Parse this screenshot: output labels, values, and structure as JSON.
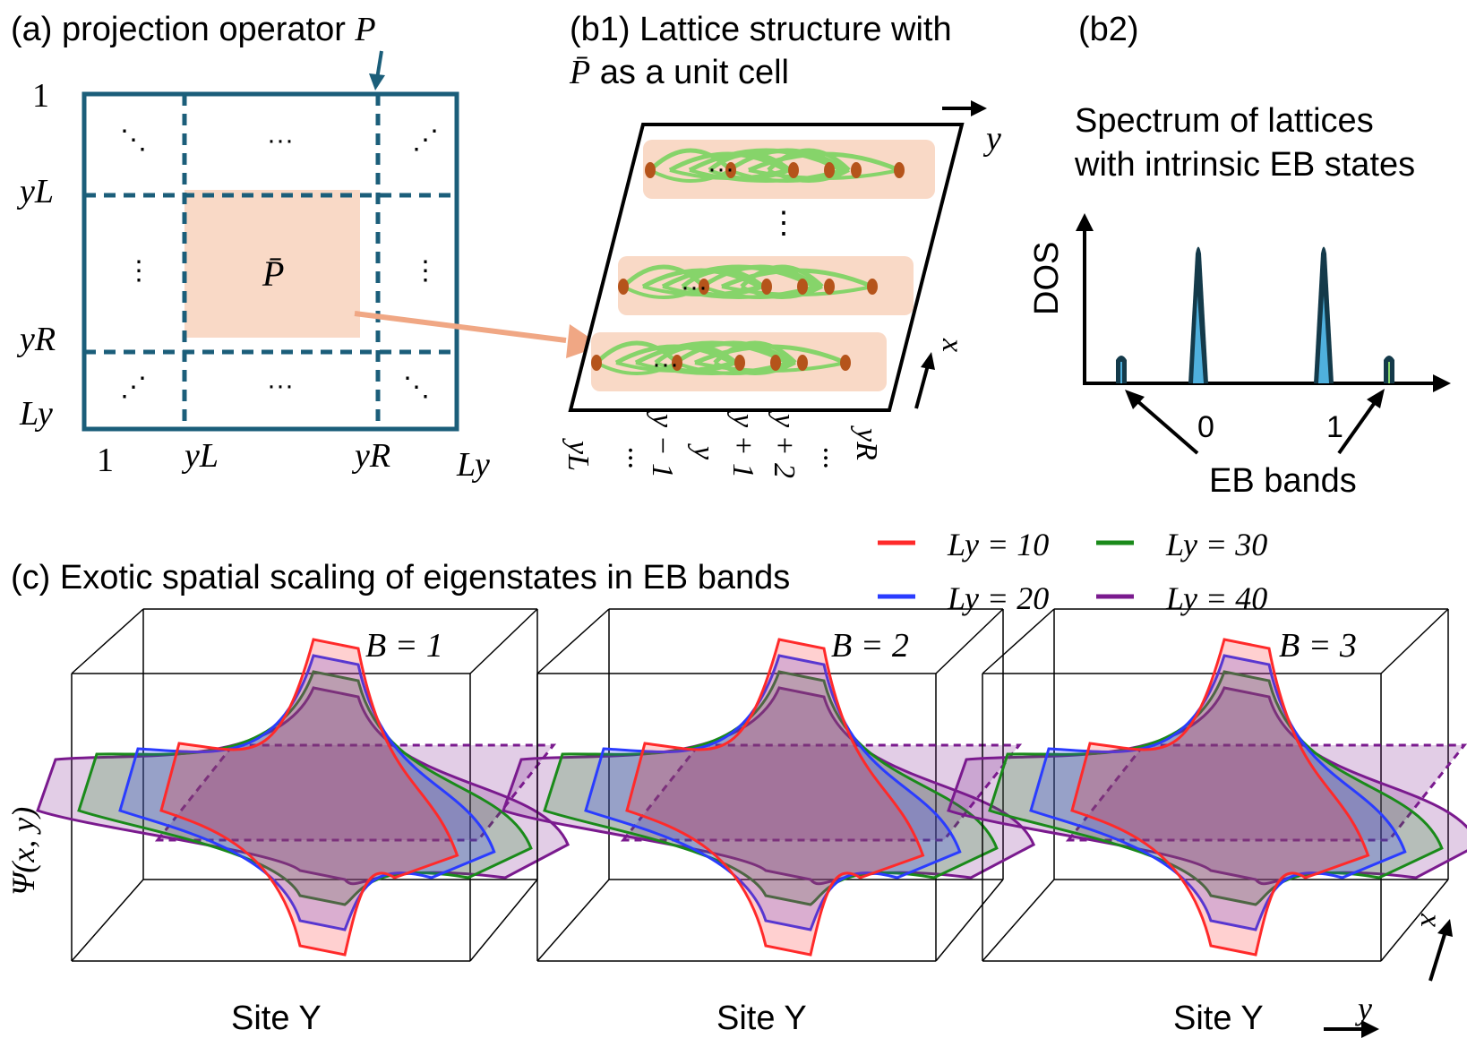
{
  "panel_a": {
    "title": "(a) projection operator ",
    "title_symbol": "P",
    "pbar": "P̄",
    "row_labels": [
      "1",
      "y_L",
      "y_R",
      "L_y"
    ],
    "row_labels_display": [
      "1",
      "yL",
      "yR",
      "Ly"
    ],
    "col_labels_display": [
      "1",
      "yL",
      "yR",
      "Ly"
    ],
    "dots_h": "···",
    "dots_v": "⋮",
    "dots_d": "⋱",
    "dots_ad": "⋰",
    "colors": {
      "frame": "#1b5e7a",
      "block": "#f9d9c6",
      "arrow": "#f0a784"
    }
  },
  "panel_b1": {
    "title_line1": "(b1) Lattice structure with",
    "title_line2_symbol": "P̄",
    "title_line2_rest": " as a unit cell",
    "axis_y": "y",
    "axis_x": "x",
    "dots": "···",
    "vdots": "⋮",
    "site_labels": [
      "yL",
      "···",
      "y − 1",
      "y",
      "y + 1",
      "y + 2",
      "···",
      "yR"
    ],
    "colors": {
      "bond": "#86d46a",
      "site": "#b5541b",
      "cell": "#f9d9c6"
    }
  },
  "panel_b2": {
    "title": "(b2)",
    "subtitle_line1": "Spectrum of lattices",
    "subtitle_line2": "with intrinsic EB states",
    "ylabel": "DOS",
    "tick_0": "0",
    "tick_1": "1",
    "annotation": "EB bands",
    "colors": {
      "peak_dark": "#143a4a",
      "peak_light": "#4fb0dd"
    }
  },
  "panel_c": {
    "title": "(c) Exotic spatial scaling of eigenstates in EB bands",
    "ylabel": "Ψ(x, y)",
    "xlabel": "Site Y",
    "subplot_labels": [
      "B = 1",
      "B = 2",
      "B = 3"
    ],
    "legend": [
      {
        "label": "L_y = 10",
        "display": "Ly = 10",
        "color": "#ff2a2a"
      },
      {
        "label": "L_y = 20",
        "display": "Ly = 20",
        "color": "#2a3cff"
      },
      {
        "label": "L_y = 30",
        "display": "Ly = 30",
        "color": "#1a8a1a"
      },
      {
        "label": "L_y = 40",
        "display": "Ly = 40",
        "color": "#7a1a8e"
      }
    ],
    "axis_x": "x",
    "axis_y": "y"
  }
}
